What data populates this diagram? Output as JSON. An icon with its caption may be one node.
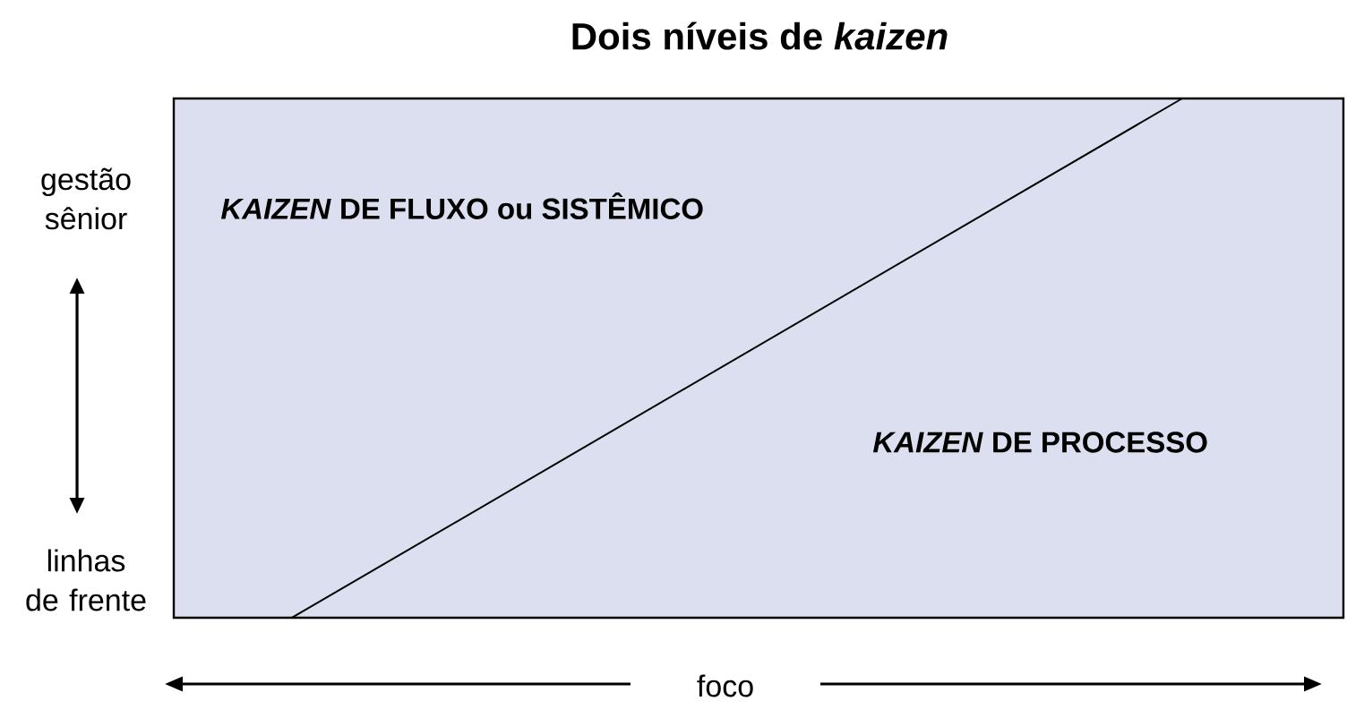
{
  "diagram": {
    "title": "Dois níveis de *kaizen*",
    "nodes": [
      {
        "text": [
          "*KAIZEN* DE FLUXO ou SISTÊMICO",
          "*KAIZEN* DE PROCESSO"
        ]
      }
    ],
    "labels": [
      "gestão sênior",
      "linhas de frente",
      "foco"
    ]
  }
}
